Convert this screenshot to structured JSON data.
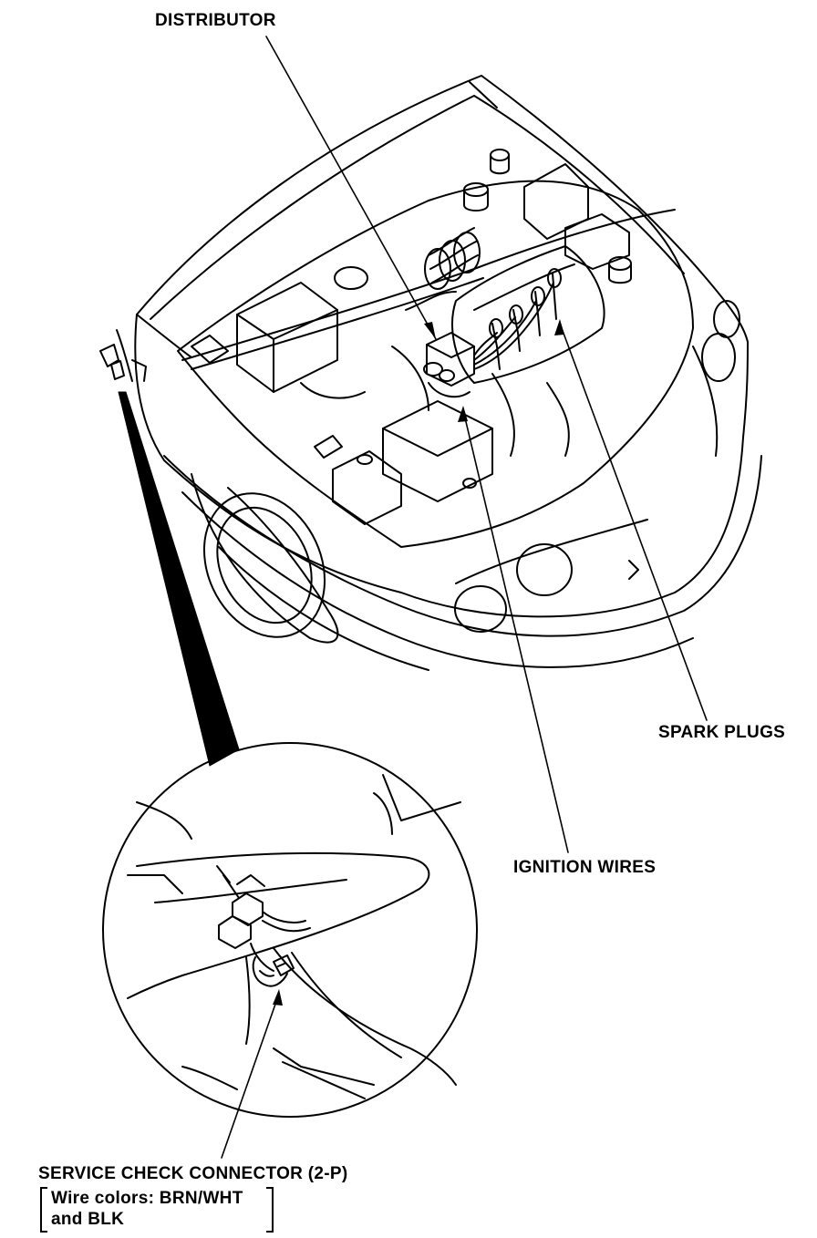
{
  "labels": {
    "distributor": "DISTRIBUTOR",
    "spark_plugs": "SPARK PLUGS",
    "ignition_wires": "IGNITION WIRES",
    "service_check": "SERVICE CHECK CONNECTOR (2-P)",
    "wire_colors_line1": "Wire colors: BRN/WHT",
    "wire_colors_line2": "and BLK"
  },
  "colors": {
    "ink": "#000000",
    "paper": "#ffffff"
  }
}
